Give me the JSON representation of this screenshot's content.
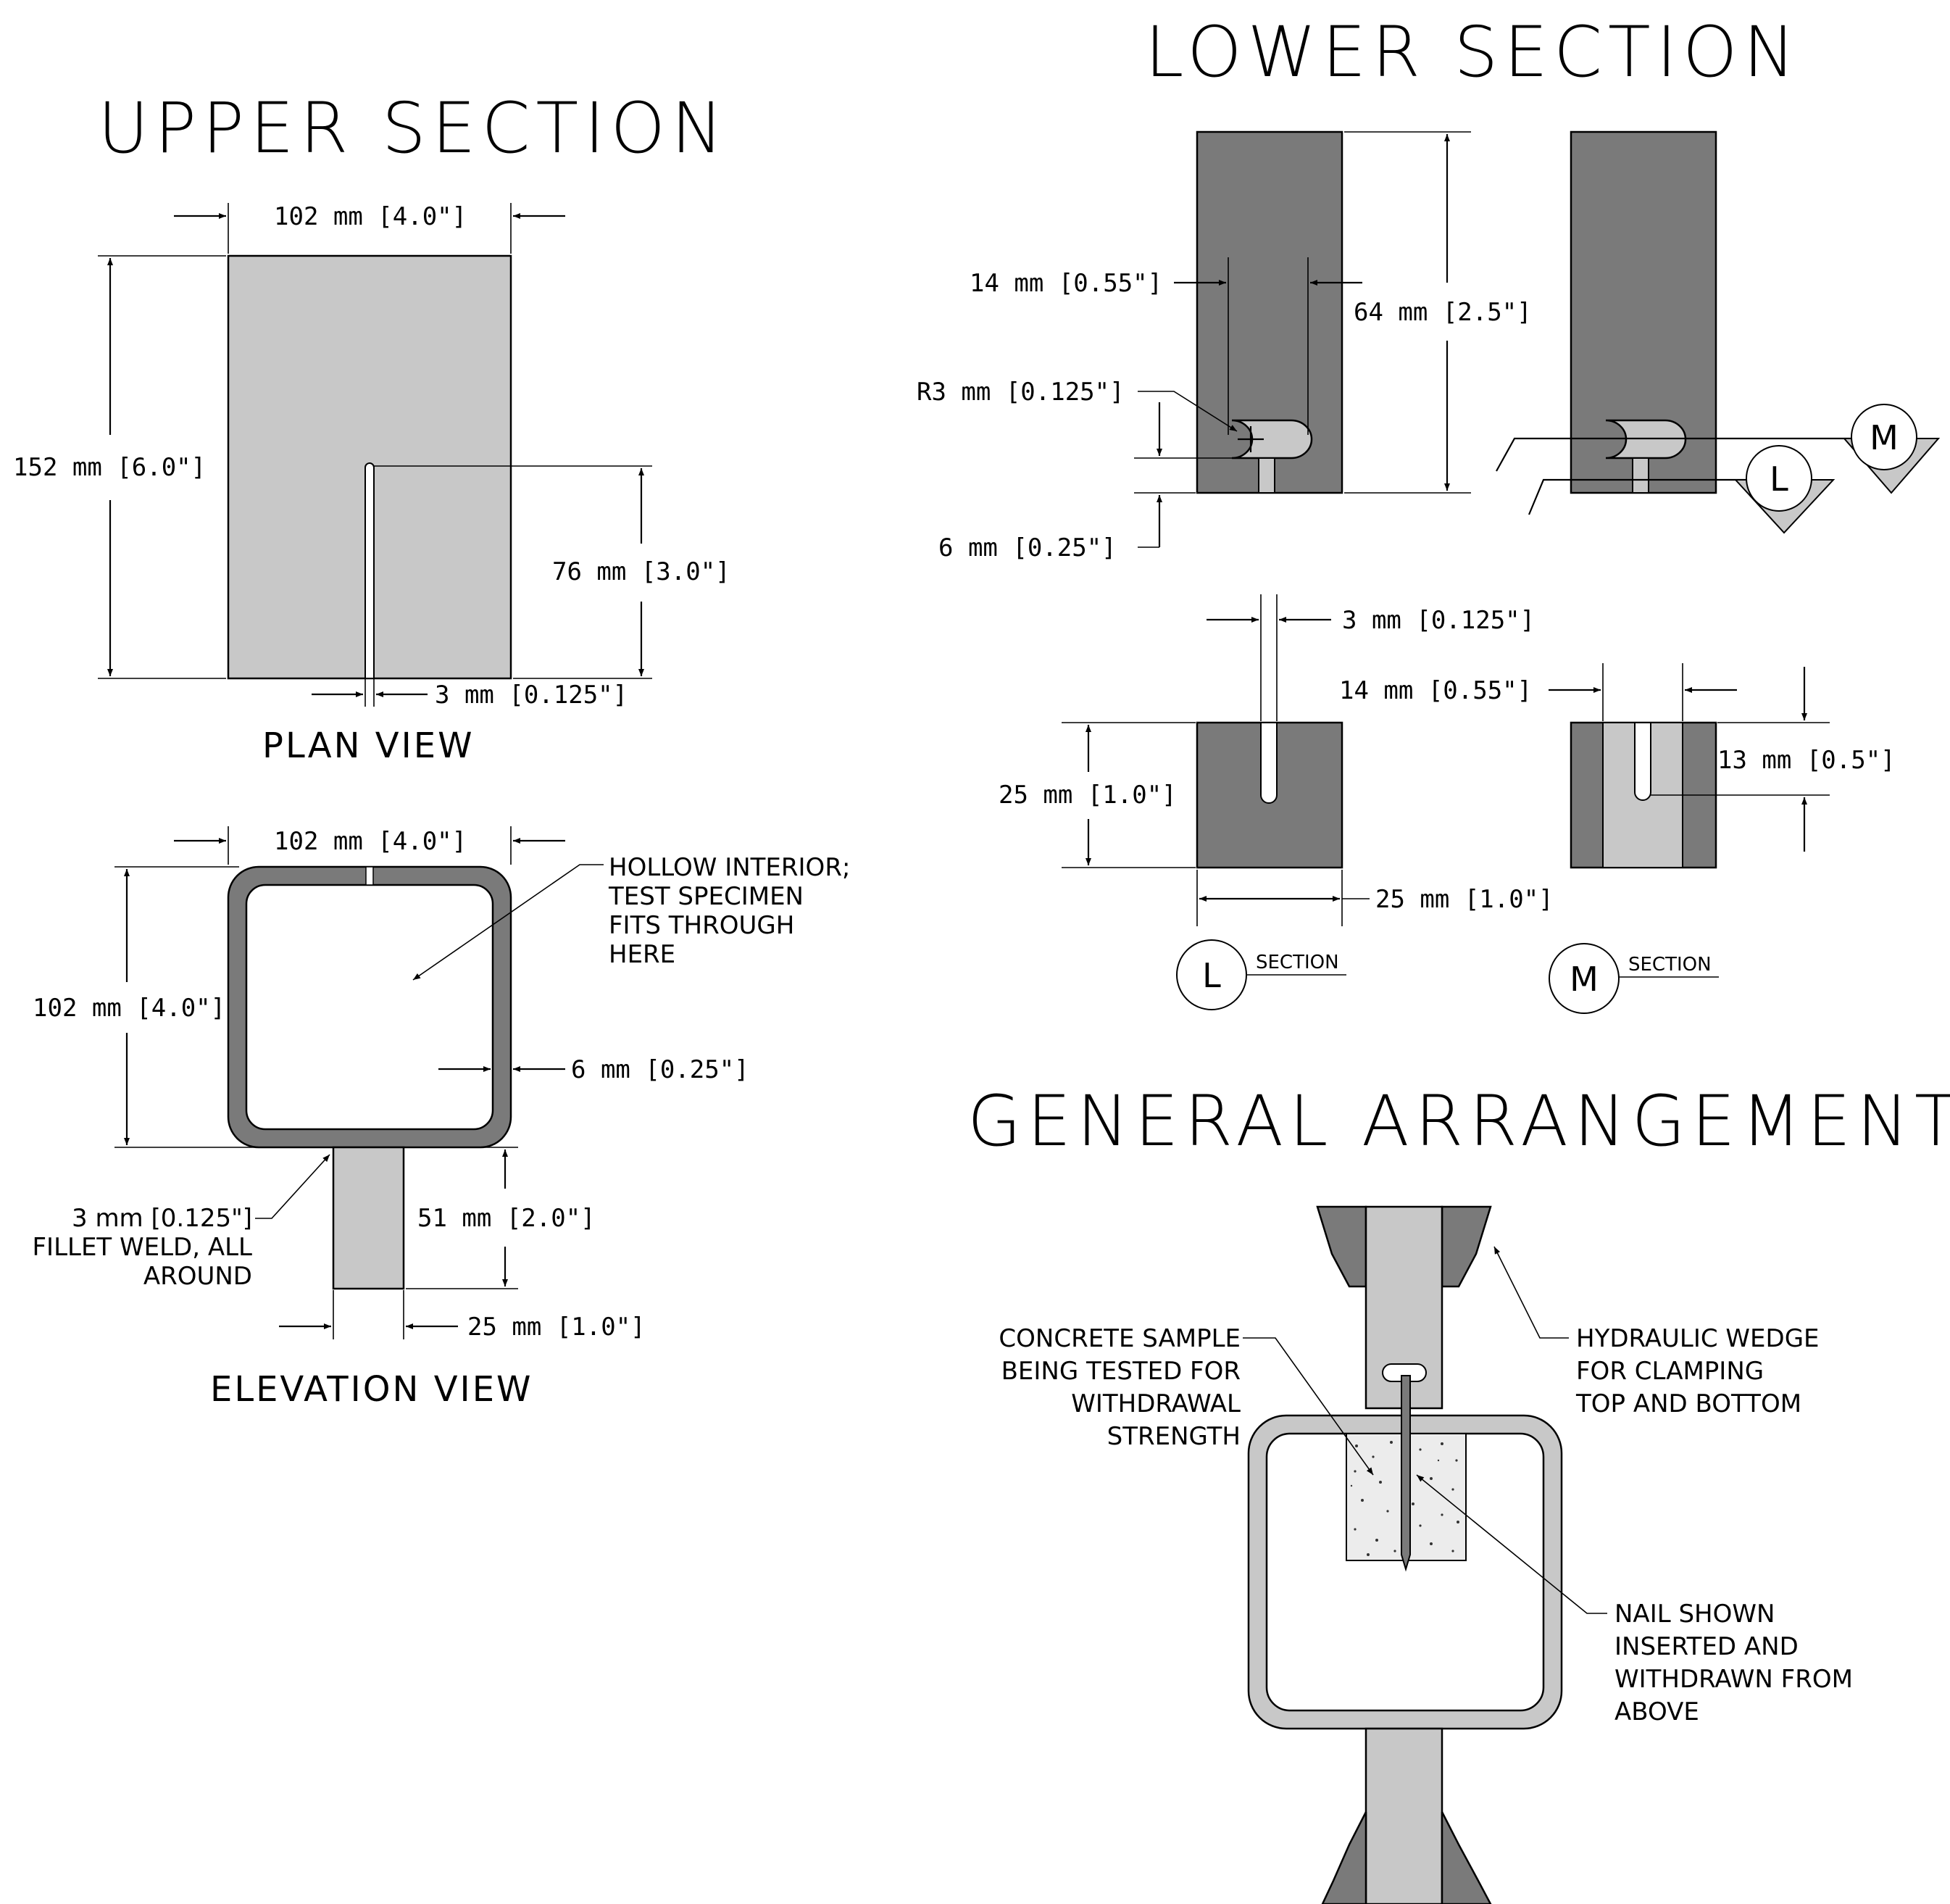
{
  "titles": {
    "upper": "UPPER SECTION",
    "lower": "LOWER SECTION",
    "general": "GENERAL ARRANGEMENT"
  },
  "view_labels": {
    "plan": "PLAN VIEW",
    "elevation": "ELEVATION VIEW"
  },
  "upper_dims": {
    "plan_width": "102 mm [4.0\"]",
    "plan_height": "152 mm [6.0\"]",
    "slot_depth": "76 mm [3.0\"]",
    "slot_width": "3 mm [0.125\"]",
    "elev_width": "102 mm [4.0\"]",
    "elev_height": "102 mm [4.0\"]",
    "wall": "6 mm [0.25\"]",
    "stem_height": "51 mm [2.0\"]",
    "stem_width": "25 mm [1.0\"]"
  },
  "upper_notes": {
    "hollow": [
      "HOLLOW INTERIOR;",
      "TEST SPECIMEN",
      "FITS THROUGH",
      "HERE"
    ],
    "weld": [
      "3 mm [0.125\"]",
      "FILLET WELD, ALL",
      "AROUND"
    ]
  },
  "lower_dims": {
    "slot_width_top": "14 mm [0.55\"]",
    "height": "64 mm [2.5\"]",
    "radius": "R3 mm [0.125\"]",
    "bottom": "6 mm [0.25\"]",
    "nail_slot": "3 mm [0.125\"]",
    "m_slot": "14 mm [0.55\"]",
    "l_height": "25 mm [1.0\"]",
    "m_depth": "13 mm [0.5\"]",
    "l_width": "25 mm [1.0\"]"
  },
  "section_markers": {
    "l_letter": "L",
    "m_letter": "M",
    "section_word": "SECTION"
  },
  "general_notes": {
    "concrete": [
      "CONCRETE SAMPLE",
      "BEING TESTED FOR",
      "WITHDRAWAL",
      "STRENGTH"
    ],
    "wedge": [
      "HYDRAULIC WEDGE",
      "FOR CLAMPING",
      "TOP AND BOTTOM"
    ],
    "nail": [
      "NAIL SHOWN",
      "INSERTED AND",
      "WITHDRAWN FROM",
      "ABOVE"
    ]
  },
  "colors": {
    "light_gray": "#c8c8c8",
    "dark_gray": "#7a7a7a",
    "line": "#000000"
  }
}
